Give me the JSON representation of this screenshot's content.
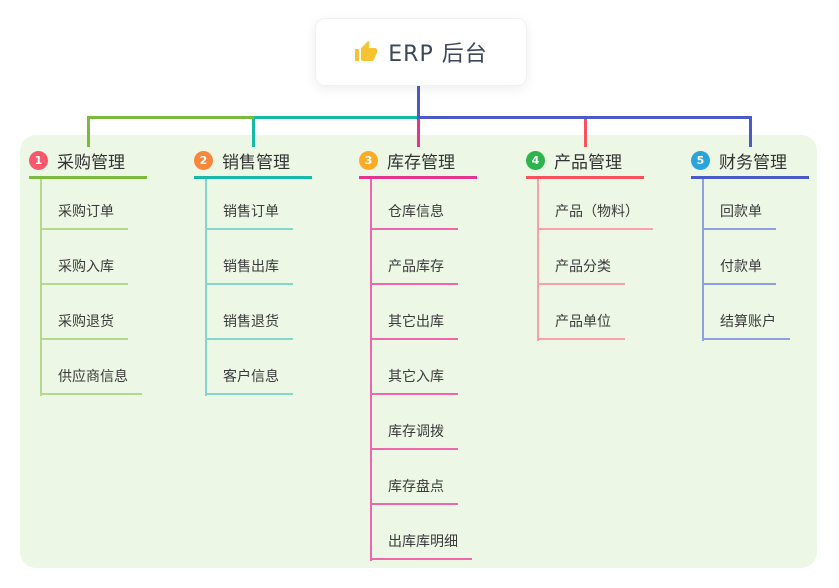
{
  "root": {
    "label": "ERP 后台",
    "icon": "thumbs-up-icon",
    "icon_color": "#f7c331",
    "stem_color": "#4a5bc8"
  },
  "panel_color": "#ecf7e5",
  "branches": [
    {
      "badge": "1",
      "badge_color": "#f8586c",
      "line_color": "#7cb93f",
      "child_line_color": "#b2d98e",
      "title": "采购管理",
      "items": [
        "采购订单",
        "采购入库",
        "采购退货",
        "供应商信息"
      ]
    },
    {
      "badge": "2",
      "badge_color": "#f8873d",
      "line_color": "#17b8a6",
      "child_line_color": "#84d6cb",
      "title": "销售管理",
      "items": [
        "销售订单",
        "销售出库",
        "销售退货",
        "客户信息"
      ]
    },
    {
      "badge": "3",
      "badge_color": "#fbab24",
      "line_color": "#e3348f",
      "child_line_color": "#ee67ab",
      "title": "库存管理",
      "items": [
        "仓库信息",
        "产品库存",
        "其它出库",
        "其它入库",
        "库存调拨",
        "库存盘点",
        "出库库明细"
      ]
    },
    {
      "badge": "4",
      "badge_color": "#2db44d",
      "line_color": "#f8525f",
      "child_line_color": "#faa0a8",
      "title": "产品管理",
      "items": [
        "产品（物料）",
        "产品分类",
        "产品单位"
      ]
    },
    {
      "badge": "5",
      "badge_color": "#2ba4dc",
      "line_color": "#4a5bc8",
      "child_line_color": "#8ea0de",
      "title": "财务管理",
      "items": [
        "回款单",
        "付款单",
        "结算账户"
      ]
    }
  ]
}
